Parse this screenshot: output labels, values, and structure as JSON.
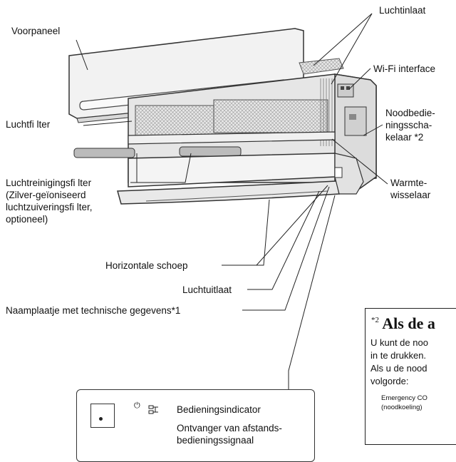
{
  "labels": {
    "front_panel": "Voorpaneel",
    "air_inlet": "Luchtinlaat",
    "wifi_interface": "Wi-Fi interface",
    "emergency_switch": "Noodbedie-\nningsscha-\nkelaar *2",
    "air_filter": "Luchtfi lter",
    "heat_exchanger": "Warmte-\nwisselaar",
    "air_purifying_filter": "Luchtreinigingsfi lter\n(Zilver-geïoniseerd\nluchtzuiveringsfi lter,\noptioneel)",
    "horizontal_flap": "Horizontale schoep",
    "air_outlet": "Luchtuitlaat",
    "nameplate": "Naamplaatje met technische gegevens*1",
    "operation_indicator": "Bedieningsindicator",
    "remote_receiver": "Ontvanger van afstands-\nbedieningssignaal",
    "power_symbol": "⏻"
  },
  "note": {
    "marker": "*2",
    "title": "Als de a",
    "line1": "U kunt de noo",
    "line2": "in te drukken.",
    "line3": "Als u de nood",
    "line4": "volgorde:",
    "small1": "Emergency CO",
    "small2": "(noodkoeling)"
  }
}
